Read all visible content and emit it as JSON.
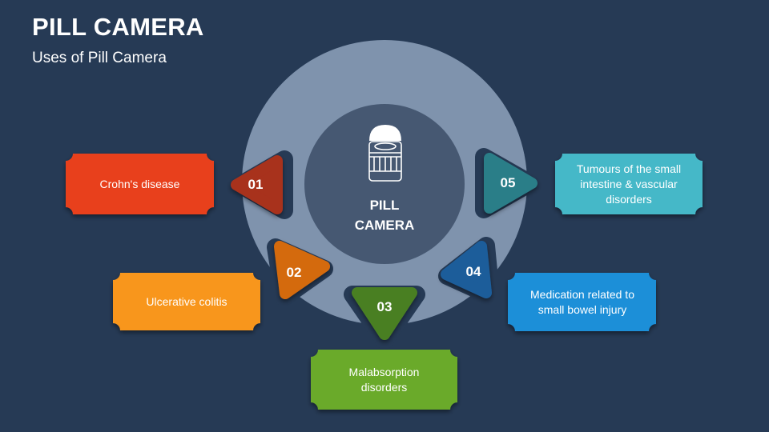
{
  "header": {
    "title": "PILL CAMERA",
    "subtitle": "Uses of Pill Camera"
  },
  "center": {
    "label_line1": "PILL",
    "label_line2": "CAMERA",
    "icon": "pill-camera-icon"
  },
  "items": [
    {
      "number": "01",
      "text": "Crohn's disease",
      "color": "#e8401c",
      "tri_color": "#a8301c"
    },
    {
      "number": "02",
      "text": "Ulcerative colitis",
      "color": "#f8961e",
      "tri_color": "#d46a0e"
    },
    {
      "number": "03",
      "text": "Malabsorption disorders",
      "color": "#6aaa2a",
      "tri_color": "#4a7f24"
    },
    {
      "number": "04",
      "text": "Medication related to small bowel injury",
      "color": "#1e8fd8",
      "tri_color": "#1c5d9a"
    },
    {
      "number": "05",
      "text": "Tumours of the small intestine & vascular disorders",
      "color": "#45b8c8",
      "tri_color": "#2b7e88"
    }
  ],
  "colors": {
    "background": "#263a55",
    "ring": "#7f93ad",
    "inner_circle": "#465872"
  }
}
